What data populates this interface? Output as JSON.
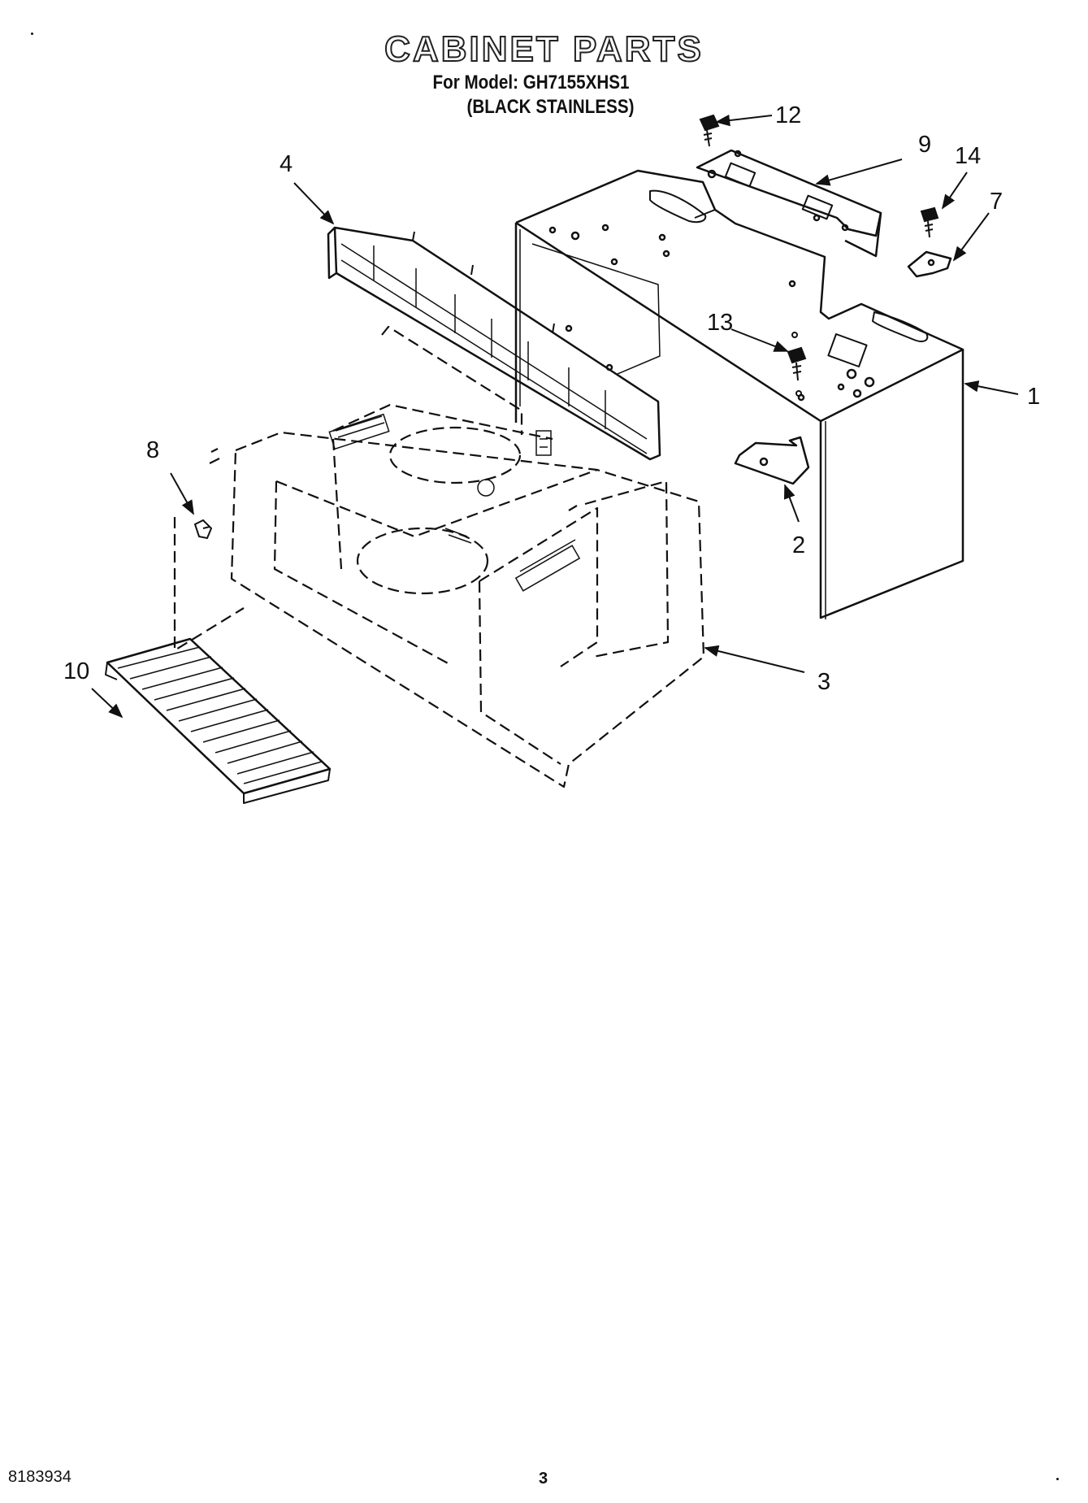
{
  "header": {
    "title": "CABINET PARTS",
    "model_line": "For Model: GH7155XHS1",
    "variant_line": "(BLACK STAINLESS)"
  },
  "callouts": [
    "1",
    "2",
    "3",
    "4",
    "7",
    "8",
    "9",
    "10",
    "12",
    "13",
    "14"
  ],
  "footer": {
    "doc_number": "8183934",
    "page_number": "3"
  }
}
